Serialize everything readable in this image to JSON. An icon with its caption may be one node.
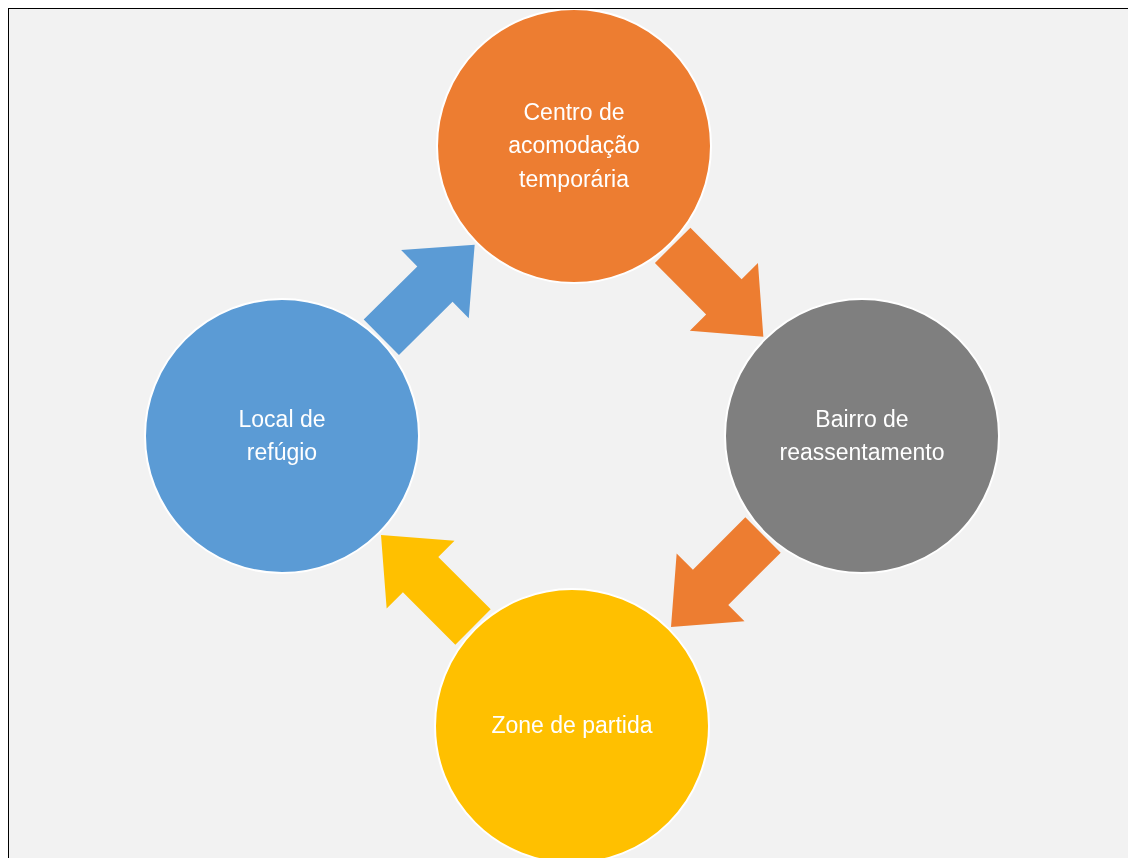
{
  "diagram": {
    "nodes": [
      {
        "text": [
          "Centro de acomodação temporária"
        ]
      },
      {
        "text": [
          "Bairro de reassentamento"
        ]
      },
      {
        "text": [
          "Zone de partida"
        ]
      },
      {
        "text": [
          "Local de refúgio"
        ]
      }
    ],
    "edges": [
      {
        "from": 3,
        "to": 0,
        "arrow": "to",
        "style": "thick",
        "color": "#5b9bd5"
      },
      {
        "from": 0,
        "to": 1,
        "arrow": "to",
        "style": "thick",
        "color": "#ed7d31"
      },
      {
        "from": 1,
        "to": 2,
        "arrow": "to",
        "style": "thick",
        "color": "#ed7d31"
      },
      {
        "from": 2,
        "to": 3,
        "arrow": "to",
        "style": "thick",
        "color": "#ffc000"
      }
    ]
  }
}
